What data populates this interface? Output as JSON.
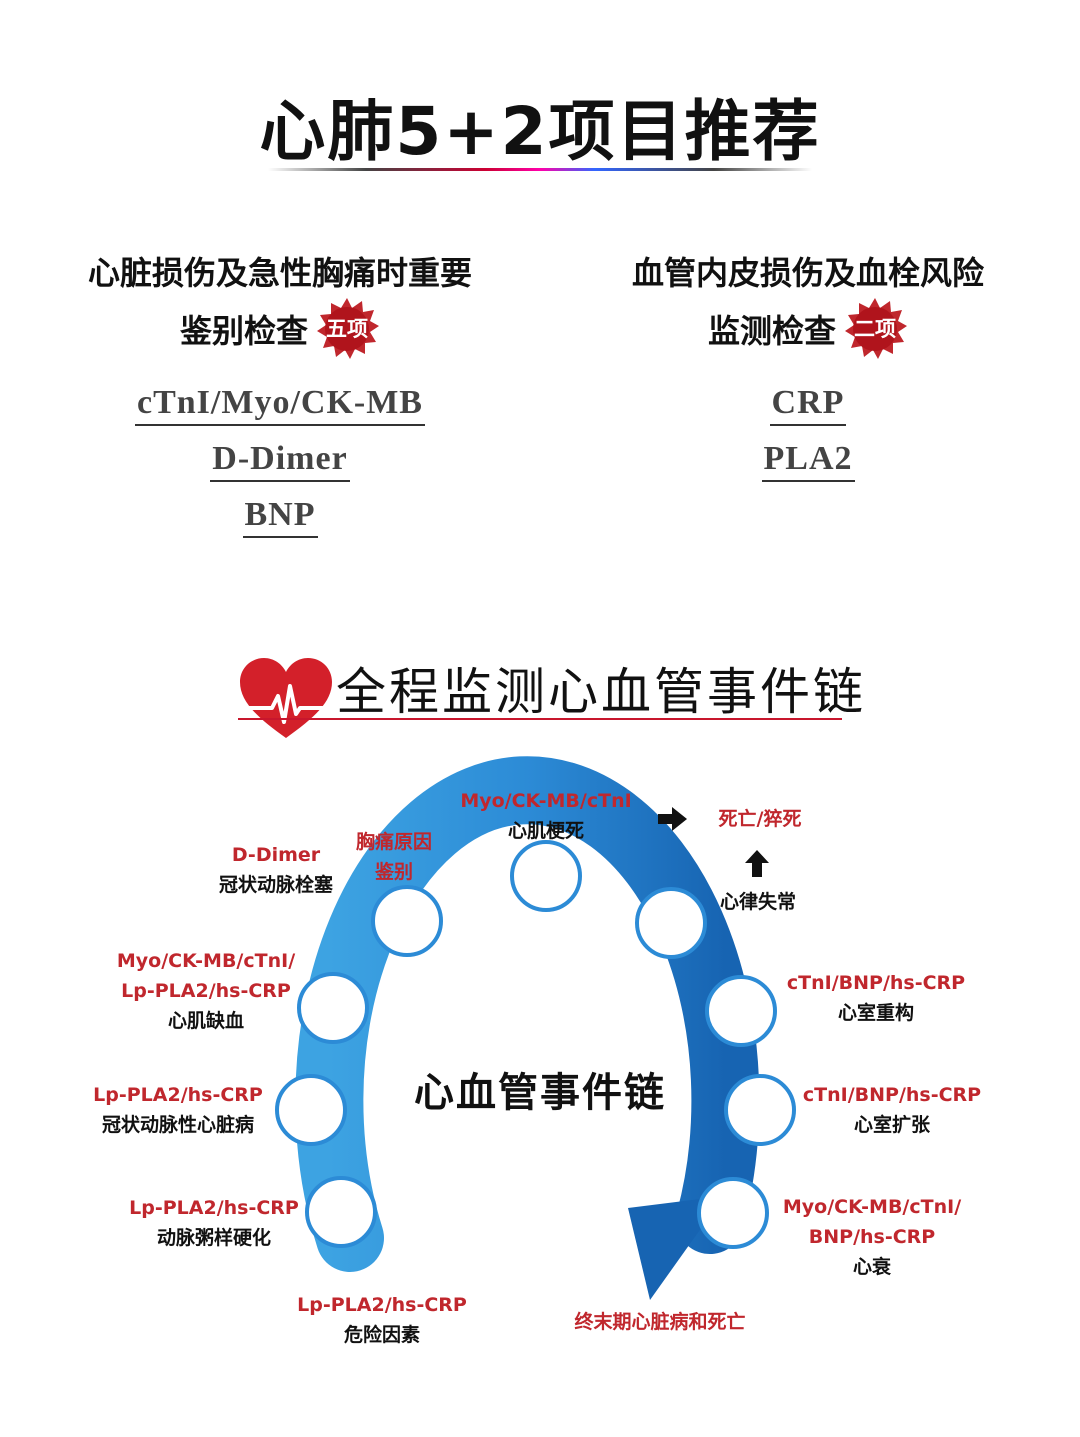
{
  "header": {
    "title": "心肺5+2项目推荐"
  },
  "left_column": {
    "heading_line1": "心脏损伤及急性胸痛时重要",
    "heading_line2": "鉴别检查",
    "badge": "五项",
    "tests": [
      "cTnI/Myo/CK-MB",
      "D-Dimer",
      "BNP"
    ]
  },
  "right_column": {
    "heading_line1": "血管内皮损伤及血栓风险",
    "heading_line2": "监测检查",
    "badge": "二项",
    "tests": [
      "CRP",
      "PLA2"
    ]
  },
  "section": {
    "title": "全程监测心血管事件链"
  },
  "diagram": {
    "center_label": "心血管事件链",
    "nodes": [
      {
        "markers": "Lp-PLA2/hs-CRP",
        "stage": "危险因素"
      },
      {
        "markers": "Lp-PLA2/hs-CRP",
        "stage": "动脉粥样硬化"
      },
      {
        "markers": "Lp-PLA2/hs-CRP",
        "stage": "冠状动脉性心脏病"
      },
      {
        "markers_line1": "Myo/CK-MB/cTnI/",
        "markers_line2": "Lp-PLA2/hs-CRP",
        "stage": "心肌缺血"
      },
      {
        "markers": "D-Dimer",
        "stage": "冠状动脉栓塞"
      },
      {
        "markers_line1": "胸痛原因",
        "markers_line2": "鉴别"
      },
      {
        "markers": "Myo/CK-MB/cTnI",
        "stage": "心肌梗死"
      },
      {
        "stage": "心律失常"
      },
      {
        "markers": "cTnI/BNP/hs-CRP",
        "stage": "心室重构"
      },
      {
        "markers": "cTnI/BNP/hs-CRP",
        "stage": "心室扩张"
      },
      {
        "markers_line1": "Myo/CK-MB/cTnI/",
        "markers_line2": "BNP/hs-CRP",
        "stage": "心衰"
      },
      {
        "stage": "终末期心脏病和死亡"
      },
      {
        "stage": "死亡/猝死"
      }
    ]
  },
  "colors": {
    "accent_red": "#c0272d",
    "arc_blue": "#2f8fd8",
    "arc_blue_dark": "#1a66b4"
  },
  "icons": [
    "heart-ecg-icon",
    "arrow-right-icon",
    "arrow-up-icon",
    "starburst-badge-icon"
  ]
}
